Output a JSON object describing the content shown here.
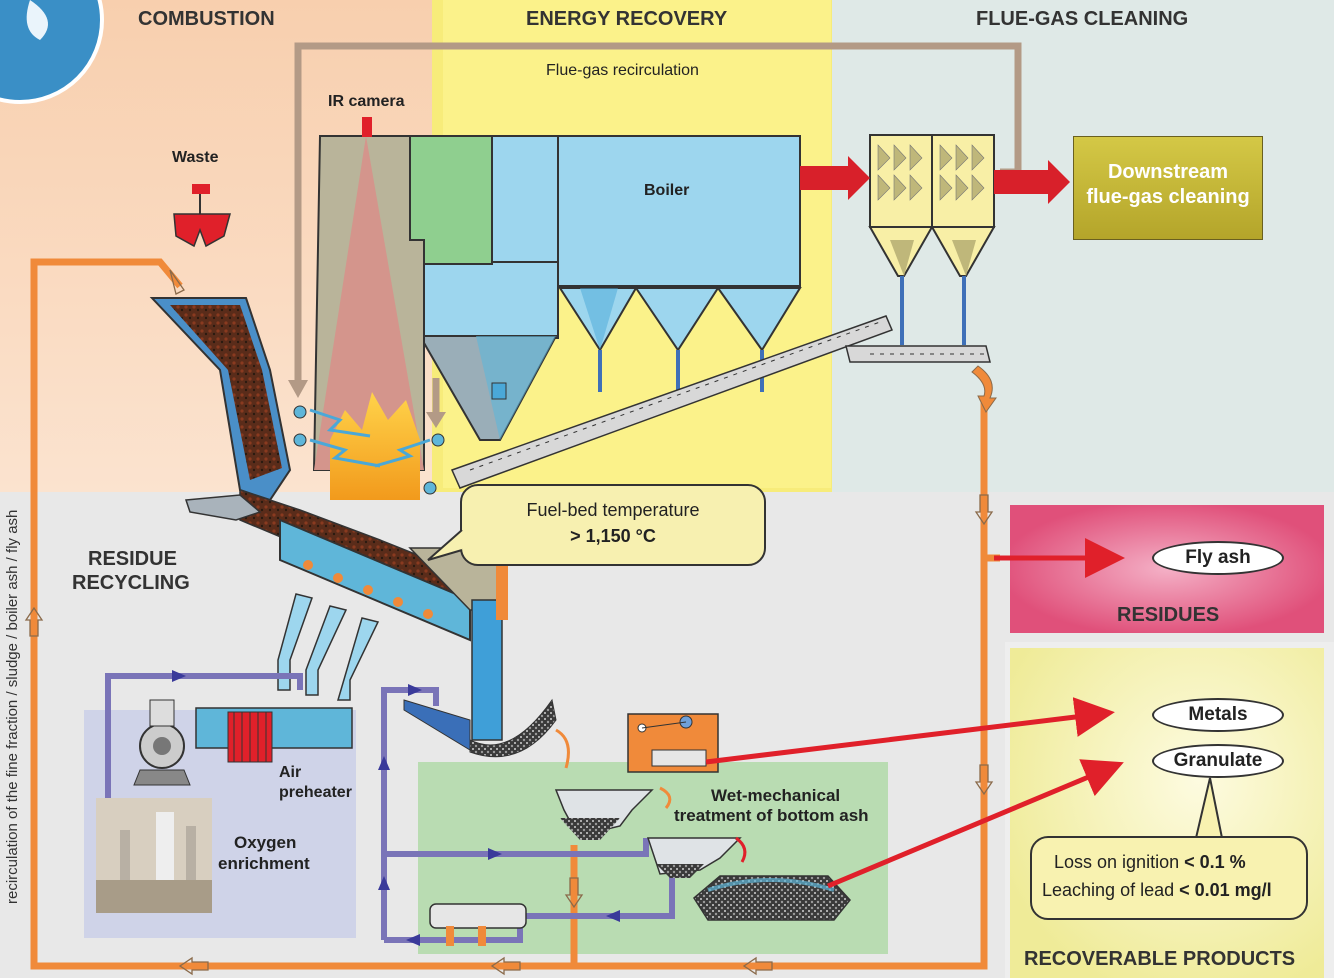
{
  "sections": {
    "combustion": "COMBUSTION",
    "energy_recovery": "ENERGY RECOVERY",
    "flue_gas_cleaning": "FLUE-GAS CLEANING",
    "residue_recycling_line1": "RESIDUE",
    "residue_recycling_line2": "RECYCLING",
    "residues": "RESIDUES",
    "recoverable_products": "RECOVERABLE PRODUCTS"
  },
  "labels": {
    "flue_gas_recirculation": "Flue-gas recirculation",
    "ir_camera": "IR camera",
    "waste": "Waste",
    "boiler": "Boiler",
    "downstream_line1": "Downstream",
    "downstream_line2": "flue-gas cleaning",
    "air_preheater_line1": "Air",
    "air_preheater_line2": "preheater",
    "oxygen_line1": "Oxygen",
    "oxygen_line2": "enrichment",
    "wet_mech_line1": "Wet-mechanical",
    "wet_mech_line2": "treatment of bottom ash",
    "recirculation_vertical": "recirculation of the fine fraction / sludge / boiler ash / fly ash"
  },
  "fuel_bed": {
    "line1": "Fuel-bed temperature",
    "line2": "> 1,150 °C"
  },
  "residues": {
    "fly_ash": "Fly ash"
  },
  "products": {
    "metals": "Metals",
    "granulate": "Granulate"
  },
  "quality": {
    "loi_label": "Loss on ignition",
    "loi_value": "< 0.1 %",
    "lead_label": "Leaching of lead",
    "lead_value": "< 0.01 mg/l"
  },
  "colors": {
    "combustion_bg": "#f9dcc3",
    "energy_bg": "#fbf08a",
    "fluegas_bg": "#dde8e6",
    "residue_bg": "#e9e9e9",
    "residues_box": "#e0507a",
    "products_box": "#f2efa0",
    "orange_line": "#f08a3a",
    "purple_line": "#7a74b8",
    "red_arrow": "#e0202a",
    "boiler_blue": "#9dd6ee",
    "downstream_box": "#c8b93a"
  }
}
